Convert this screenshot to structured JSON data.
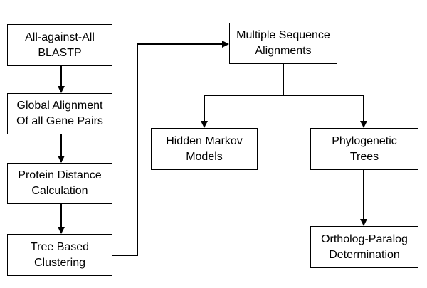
{
  "diagram": {
    "nodes": {
      "all_against_all": "All-against-All\nBLASTP",
      "global_alignment": "Global Alignment\nOf all Gene Pairs",
      "protein_distance": "Protein Distance\nCalculation",
      "tree_clustering": "Tree Based\nClustering",
      "msa": "Multiple Sequence\nAlignments",
      "hmm": "Hidden Markov\nModels",
      "phylo_trees": "Phylogenetic\nTrees",
      "ortholog_paralog": "Ortholog-Paralog\nDetermination"
    },
    "edges": [
      {
        "from": "all_against_all",
        "to": "global_alignment"
      },
      {
        "from": "global_alignment",
        "to": "protein_distance"
      },
      {
        "from": "protein_distance",
        "to": "tree_clustering"
      },
      {
        "from": "tree_clustering",
        "to": "msa"
      },
      {
        "from": "msa",
        "to": "hmm"
      },
      {
        "from": "msa",
        "to": "phylo_trees"
      },
      {
        "from": "phylo_trees",
        "to": "ortholog_paralog"
      }
    ],
    "line_color": "#000000",
    "box_border_color": "#000000"
  }
}
